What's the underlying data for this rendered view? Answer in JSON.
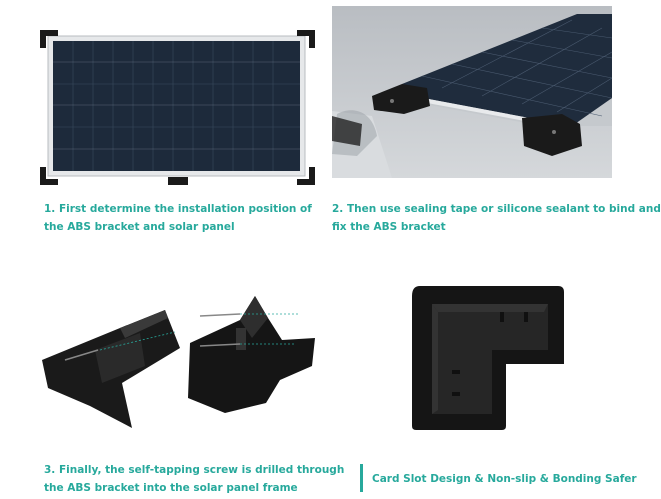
{
  "steps": [
    {
      "line1": "1. First determine the installation position of",
      "line2": "the ABS bracket and solar panel"
    },
    {
      "line1": "2. Then use sealing tape or silicone sealant to bind and",
      "line2": "fix the ABS bracket"
    },
    {
      "line1": "3. Finally, the self-tapping screw is drilled through",
      "line2": "the ABS bracket into the solar panel frame"
    }
  ],
  "feature_text": "Card Slot Design & Non-slip & Bonding Safer",
  "colors": {
    "accent": "#27a99c",
    "bracket": "#1a1a1a",
    "panel_cell": "#1d2a3b",
    "roof": "#c8cbcf"
  }
}
